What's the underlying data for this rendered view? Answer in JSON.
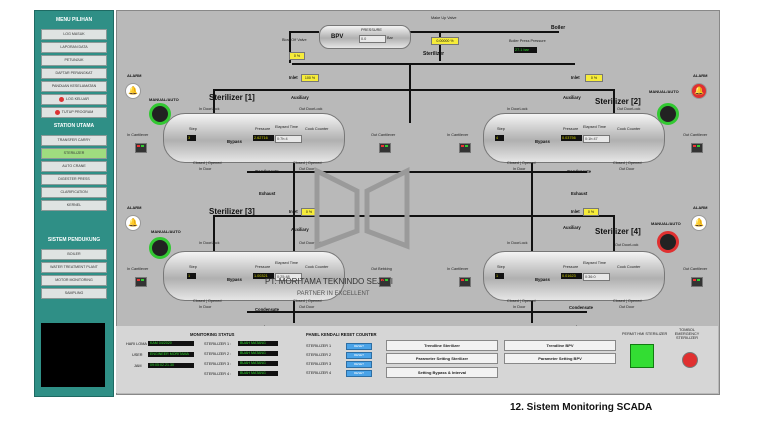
{
  "sidebar": {
    "menu_title": "MENU PILIHAN",
    "menu_items": [
      "LOG MASUK",
      "LAPORAN DATA",
      "PETUNJUK",
      "DAFTAR PERANGKAT",
      "PANDUAN KESELAMATAN",
      "LOG KELUAR",
      "TUTUP PROGRAM"
    ],
    "station_title": "STATION UTAMA",
    "station_items": [
      "TRANSFER CARRY",
      "STERILIZER",
      "AUTO CRANE",
      "DIGESTER PRESS",
      "CLARIFICATION",
      "KERNEL"
    ],
    "support_title": "SISTEM PENDUKUNG",
    "support_items": [
      "BOILER",
      "WATER TREATMENT PLANT",
      "MOTOR MONITORING",
      "SAMPLING"
    ]
  },
  "top": {
    "bpv": "BPV",
    "pressure_label": "PRESSURE",
    "pressure_value": "0.0",
    "pressure_unit": "Bar",
    "sterilizer_label": "Sterilizer",
    "boiler_label": "Boiler",
    "make_up_valve": "Make Up Valve",
    "make_up_value": "0.00000 %",
    "boiler_pressure": "Boiler Press Pressure",
    "boiler_pressure_value": "27.1 bar",
    "blow_off_valve": "Blow Off Valve",
    "blow_off_value": "0 %"
  },
  "sterilizers": [
    {
      "title": "Sterilizer [1]",
      "inlet": "Inlet",
      "inlet_value": "100 %",
      "auxiliary": "Auxiliary",
      "door_unlock": "In DoorLock",
      "out_unlock": "Out DoorLock",
      "step": "Step",
      "step_value": "3",
      "pressure": "Pressure",
      "pressure_value": "2.62716",
      "elapsed": "Elapsed Time",
      "elapsed_value": "0:7h:4",
      "cook": "Cook Counter",
      "bypass": "Bypass",
      "condensate": "Condensate",
      "exhaust": "Exhaust",
      "in_door": "In Door",
      "out_door": "Out Door",
      "in_cantilever": "In Cantilever",
      "out_cantilever": "Out Cantilever",
      "closed_opened": "Closed | Opened",
      "alarm": "ALARM",
      "manual_auto": "MANUAL/AUTO"
    },
    {
      "title": "Sterilizer [2]",
      "inlet": "Inlet",
      "inlet_value": "0 %",
      "auxiliary": "Auxiliary",
      "door_unlock": "In DoorLock",
      "out_unlock": "Out DoorLock",
      "step": "Step",
      "step_value": "4",
      "pressure": "Pressure",
      "pressure_value": "0.03756",
      "elapsed": "Elapsed Time",
      "elapsed_value": "0:1h:47",
      "cook": "Cook Counter",
      "bypass": "Bypass",
      "condensate": "Condensate",
      "exhaust": "Exhaust",
      "in_door": "In Door",
      "out_door": "Out Door",
      "in_cantilever": "In Cantilever",
      "out_cantilever": "Out Cantilever",
      "closed_opened": "Closed | Opened",
      "alarm": "ALARM",
      "manual_auto": "MANUAL/AUTO"
    },
    {
      "title": "Sterilizer [3]",
      "inlet": "Inlet",
      "inlet_value": "0 %",
      "auxiliary": "Auxiliary",
      "door_unlock": "In DoorLock",
      "out_unlock": "Out DoorLock",
      "step": "Step",
      "step_value": "1",
      "pressure": "Pressure",
      "pressure_value": "1.00321",
      "elapsed": "Elapsed Time",
      "elapsed_value": "0:25:48",
      "cook": "Cook Counter",
      "bypass": "Bypass",
      "condensate": "Condensate",
      "exhaust": "Exhaust",
      "in_door": "In Door",
      "out_door": "Out Door",
      "in_cantilever": "In Cantilever",
      "out_cantilever": "Out Bebking",
      "closed_opened": "Closed | Opened",
      "alarm": "ALARM",
      "manual_auto": "MANUAL/AUTO"
    },
    {
      "title": "Sterilizer [4]",
      "inlet": "Inlet",
      "inlet_value": "0 %",
      "auxiliary": "Auxiliary",
      "door_unlock": "In DoorLock",
      "out_unlock": "Out DoorLock",
      "step": "Step",
      "step_value": "1",
      "pressure": "Pressure",
      "pressure_value": "0.01623",
      "elapsed": "Elapsed Time",
      "elapsed_value": "0:36:0",
      "cook": "Cook Counter",
      "bypass": "Bypass",
      "condensate": "Condensate",
      "exhaust": "Exhaust",
      "in_door": "In Door",
      "out_door": "Out Door",
      "in_cantilever": "In Cantilever",
      "out_cantilever": "Out Cantilever",
      "closed_opened": "Closed | Opened",
      "alarm": "ALARM",
      "manual_auto": "MANUAL/AUTO"
    }
  ],
  "watermark": {
    "company": "PT. MORITAMA TEKNINDO SEJATI",
    "tagline": "PARTNER IN EXCELLENT"
  },
  "monitoring": {
    "title": "MONITORING STATUS",
    "rows": [
      {
        "label": "HARI LOMA",
        "value": "KAM 04/2020"
      },
      {
        "label": "USER",
        "value": "ENGINEER MORITAMA"
      },
      {
        "label": "JAM",
        "value": "09:05:02.21.30"
      }
    ],
    "ster_rows": [
      {
        "label": "STERILIZER 1 :",
        "value": "BUAH MATANG"
      },
      {
        "label": "STERILIZER 2 :",
        "value": "BUAH MATANG"
      },
      {
        "label": "STERILIZER 3 :",
        "value": "BUAH MATANG"
      },
      {
        "label": "STERILIZER 4 :",
        "value": "BUAH MATANG"
      }
    ]
  },
  "reset": {
    "title": "PANEL KENDALI RESET COUNTER",
    "rows": [
      "STERILIZER 1",
      "STERILIZER 2",
      "STERILIZER 3",
      "STERILIZER 4"
    ],
    "btn": "RESET"
  },
  "buttons": {
    "trend_ster": "Trendline Sterilizer",
    "param_ster": "Parameter Setting Sterilizer",
    "bypass": "Setting Bypass & Interval",
    "trend_bpv": "Trendline BPV",
    "param_bpv": "Parameter Setting BPV"
  },
  "right": {
    "permit": "PERMIT HMI STERILIZER",
    "emergency": "TOMBOL EMERGENCY STERILIZER"
  },
  "caption": "12. Sistem Monitoring SCADA"
}
